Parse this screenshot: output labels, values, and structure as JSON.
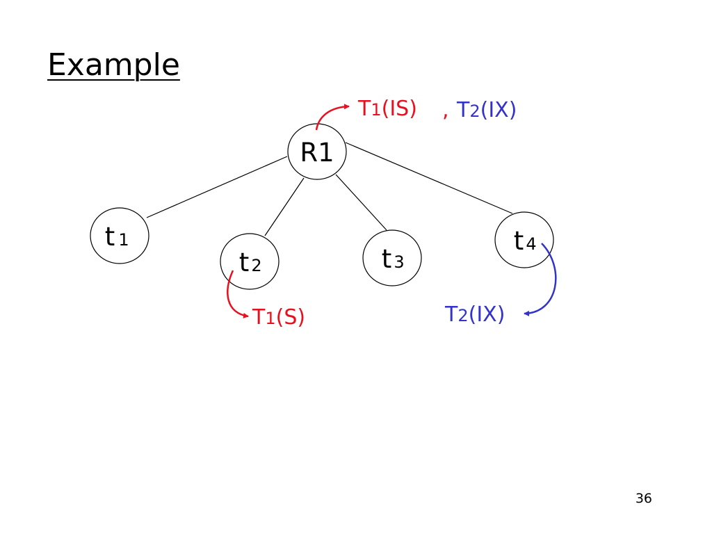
{
  "slide": {
    "title": "Example",
    "page_number": "36"
  },
  "colors": {
    "t1_color": "#e8101e",
    "t2_color": "#3333cc",
    "edge_color": "#000000"
  },
  "nodes": {
    "root": {
      "main": "R1"
    },
    "t1": {
      "main": "t",
      "sub": "1"
    },
    "t2": {
      "main": "t",
      "sub": "2"
    },
    "t3": {
      "main": "t",
      "sub": "3"
    },
    "t4": {
      "main": "t",
      "sub": "4"
    }
  },
  "locks": {
    "root_t1": {
      "txn": "T",
      "txn_sub": "1",
      "mode": "(IS)"
    },
    "separator": ",",
    "root_t2": {
      "txn": "T",
      "txn_sub": "2",
      "mode": "(IX)"
    },
    "t2_t1": {
      "txn": "T",
      "txn_sub": "1",
      "mode": "(S)"
    },
    "t4_t2": {
      "txn": "T",
      "txn_sub": "2",
      "mode": "(IX)"
    }
  }
}
